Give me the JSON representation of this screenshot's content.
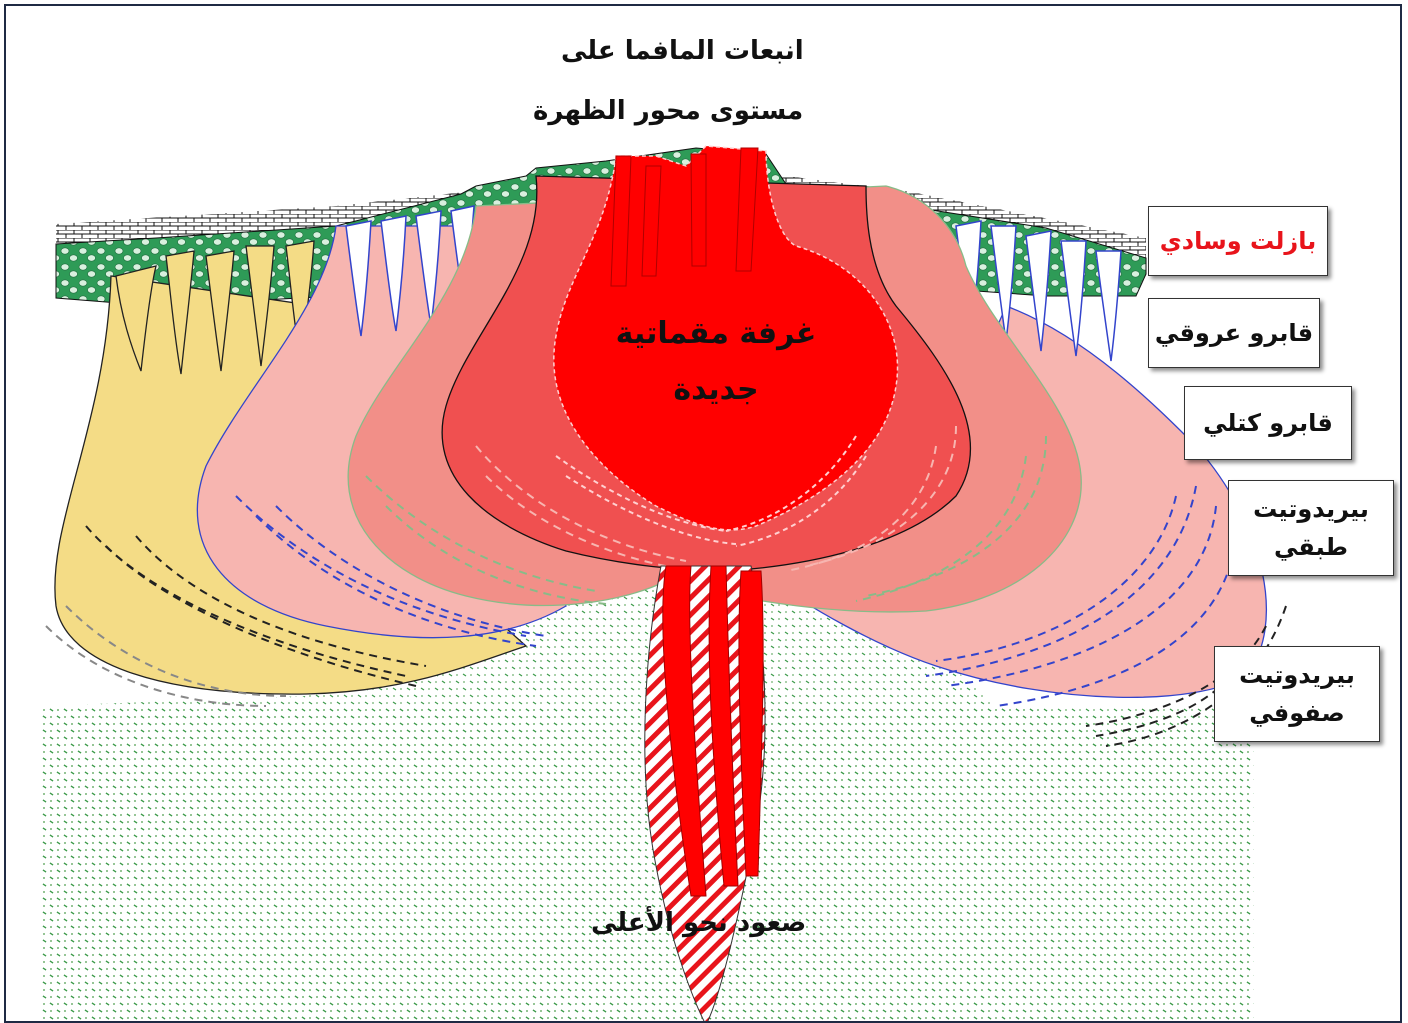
{
  "title": {
    "line1": "انبعات المافما على",
    "line2": "مستوى محور الظهرة"
  },
  "chamber_label": {
    "line1": "غرفة مقماتية",
    "line2": "جديدة"
  },
  "ascent_label": "صعود نحو الأعلى",
  "legend": [
    {
      "line1": "بازلت وسادي",
      "line2": "",
      "color": "#e8141b"
    },
    {
      "line1": "قابرو عروقي",
      "line2": "",
      "color": "#111111"
    },
    {
      "line1": "قابرو كتلي",
      "line2": "",
      "color": "#111111"
    },
    {
      "line1": "بيريدوتيت",
      "line2": "طبقي",
      "color": "#111111"
    },
    {
      "line1": "بيريدوتيت",
      "line2": "صفوفي",
      "color": "#111111"
    }
  ],
  "colors": {
    "basalt": "#2e9b57",
    "sediment": "#1a1a1a",
    "yellow_body": "#f4dc86",
    "pink_body": "#f7b5b0",
    "salmon_body": "#f28f88",
    "red_body": "#f05050",
    "chamber": "#ff0000",
    "mantle_dots": "#3d9a4a"
  }
}
